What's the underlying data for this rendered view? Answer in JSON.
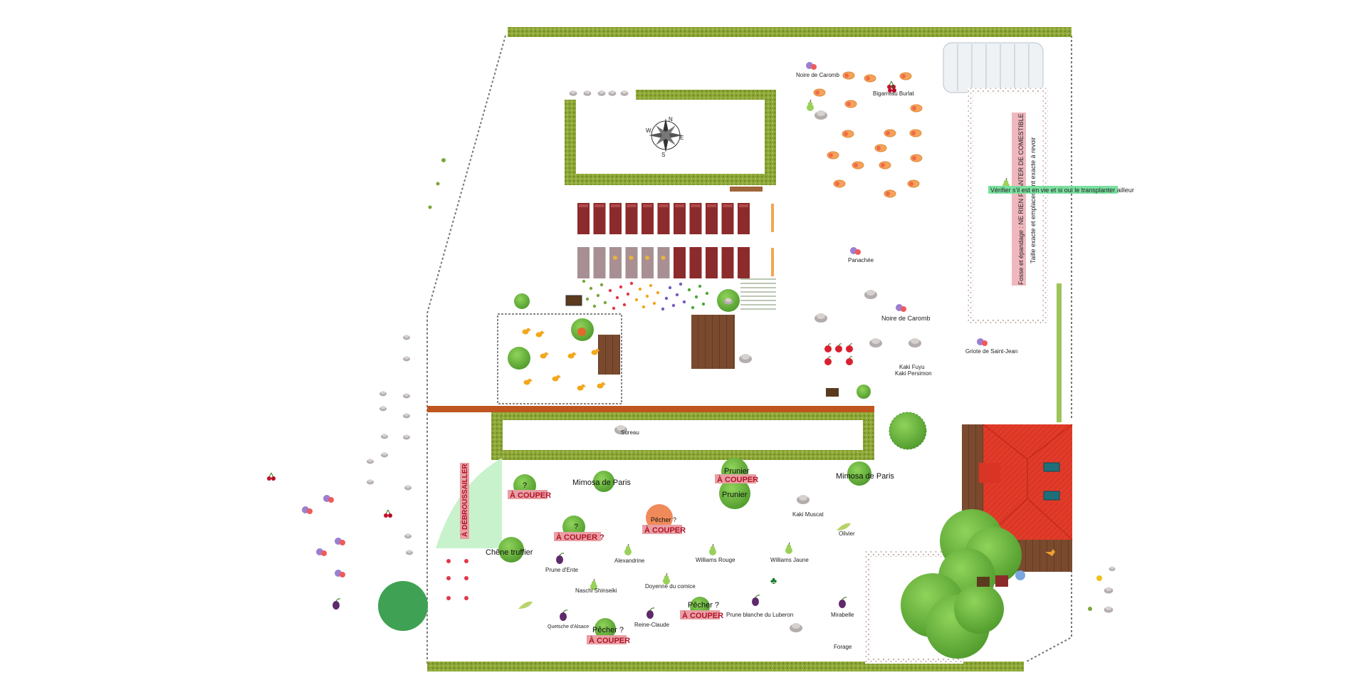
{
  "garden_plan": {
    "labels": {
      "noire_de_caromb_top": "Noire de Caromb",
      "bigarreau_burlat": "Bigarreau Burlat",
      "panachee": "Panachée",
      "noire_de_caromb_mid": "Noire de Caromb",
      "griotte_saint_jean": "Griote de Saint-Jean",
      "kaki_fuyu": "Kaki Fuyu",
      "kaki_persimon": "Kaki Persimon",
      "verifier_note": "Vérifier s'il est en vie et si oui le transplanter ailleur",
      "fosse_note": "Fosse et épandage : NE RIEN PLANTER DE COMESTIBLE",
      "taille_note": "Taille exacte et emplacement exacte à revoir",
      "sureau": "Sureau",
      "a_debroussailler": "À DÉBROUSSAILLER",
      "mimosa_left": "Mimosa de Paris",
      "mimosa_right": "Mimosa de Paris",
      "prunier_top": "Prunier",
      "prunier_bottom": "Prunier",
      "a_couper": "À COUPER",
      "a_couper_q": "À COUPER ?",
      "pecher_q": "Pêcher ?",
      "question": "?",
      "chene_truffier": "Chêne truffier",
      "prune_dente": "Prune d'Ente",
      "alexandrine": "Alexandrine",
      "williams_rouge": "Williams Rouge",
      "williams_jaune": "Williams Jaune",
      "kaki_muscat": "Kaki Muscat",
      "olivier": "Olivier",
      "nashi_shinseiki": "Naschi  Shinseiki",
      "doyenne_comice": "Doyenne du comice",
      "prune_blanche": "Prune blanche du Luberon",
      "mirabelle": "Mirabelle",
      "quetsche": "Quetsche d'Alsace",
      "reine_claude": "Reine-Claude",
      "forage": "Forage"
    },
    "colors": {
      "hedge": "#8fa83a",
      "hedge_dark": "#6e8a22",
      "fence": "#777777",
      "path": "#c0561f",
      "roof": "#e23b2a",
      "roof_dark": "#c22a1c",
      "deck": "#7a4a2e",
      "tree": "#6cbf3f",
      "tree_dark": "#4f9a2c",
      "bed_red": "#8c2b2b",
      "bed_mauve": "#a88f94",
      "cut_bg": "#e8a0a4",
      "cut_text": "#b3122a",
      "note_green": "#7be0a0",
      "note_pink": "#f0b8be",
      "zone_green": "#c8f2cc",
      "pond": "#3fa153"
    },
    "icons": [
      "compass-rose-icon",
      "cherry-icon",
      "plum-icon",
      "pear-icon",
      "apple-icon",
      "peach-icon",
      "chicken-icon",
      "tomato-icon",
      "greenhouse-icon",
      "cat-icon"
    ]
  }
}
